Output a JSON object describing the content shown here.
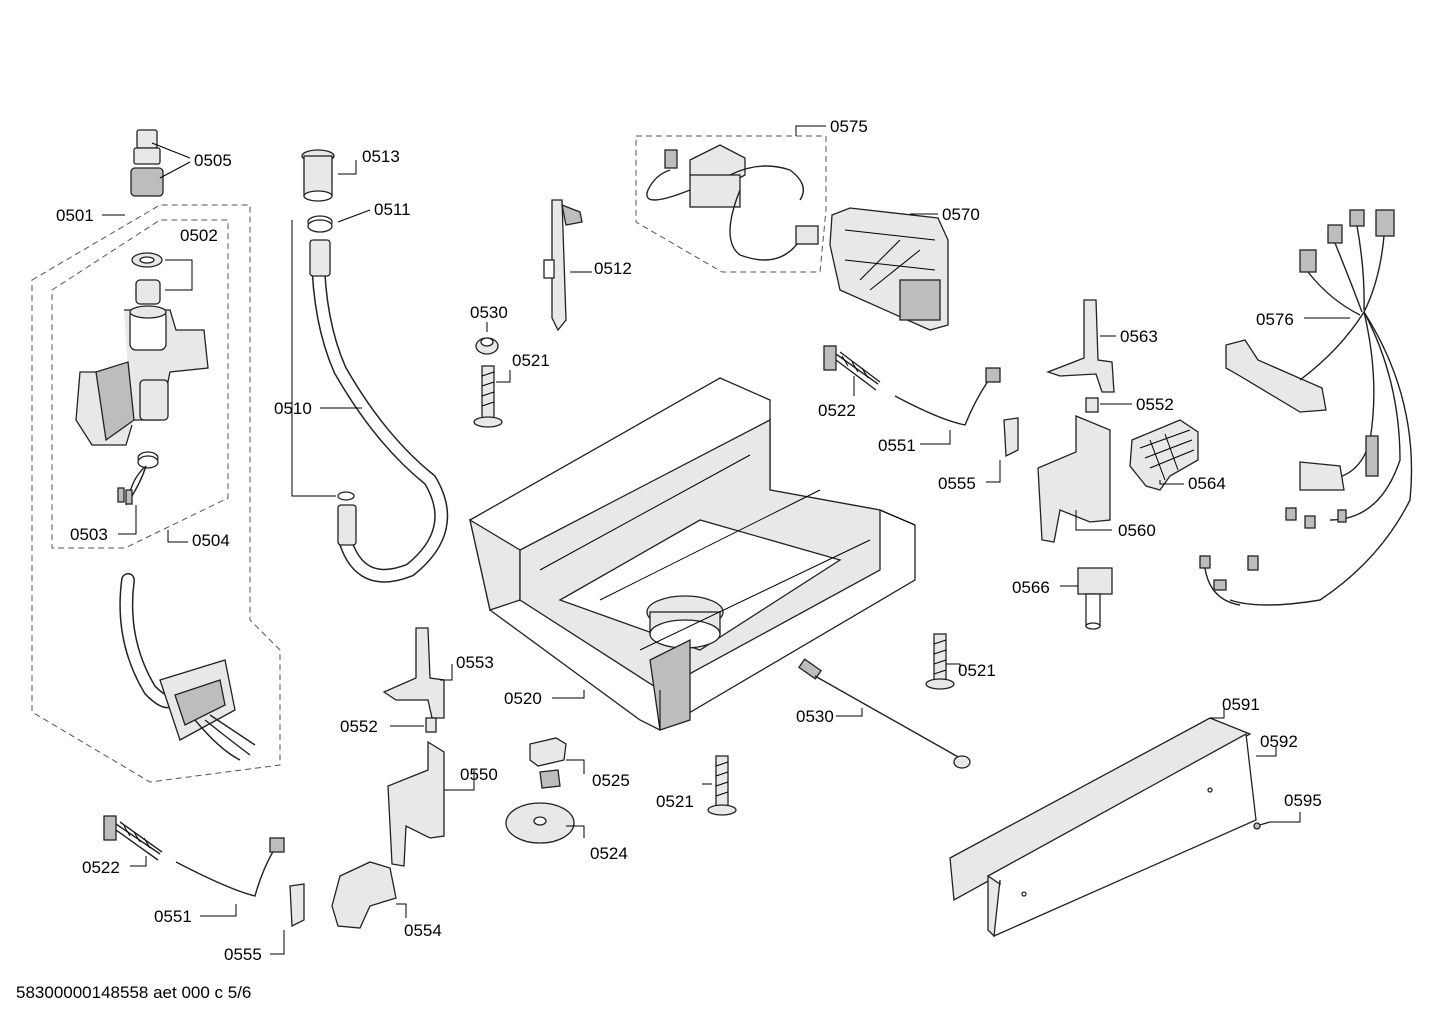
{
  "diagram": {
    "footer": "58300000148558 aet 000 c 5/6",
    "labels": {
      "l0505": "0505",
      "l0513": "0513",
      "l0511": "0511",
      "l0501": "0501",
      "l0502": "0502",
      "l0503": "0503",
      "l0504": "0504",
      "l0510": "0510",
      "l0512": "0512",
      "l0530a": "0530",
      "l0521a": "0521",
      "l0575": "0575",
      "l0570": "0570",
      "l0522a": "0522",
      "l0551a": "0551",
      "l0555a": "0555",
      "l0563": "0563",
      "l0552a": "0552",
      "l0564": "0564",
      "l0560": "0560",
      "l0566": "0566",
      "l0576": "0576",
      "l0553": "0553",
      "l0552b": "0552",
      "l0520": "0520",
      "l0550": "0550",
      "l0525": "0525",
      "l0524": "0524",
      "l0521b": "0521",
      "l0521c": "0521",
      "l0530b": "0530",
      "l0591": "0591",
      "l0592": "0592",
      "l0595": "0595",
      "l0522b": "0522",
      "l0551b": "0551",
      "l0555b": "0555",
      "l0554": "0554"
    }
  }
}
